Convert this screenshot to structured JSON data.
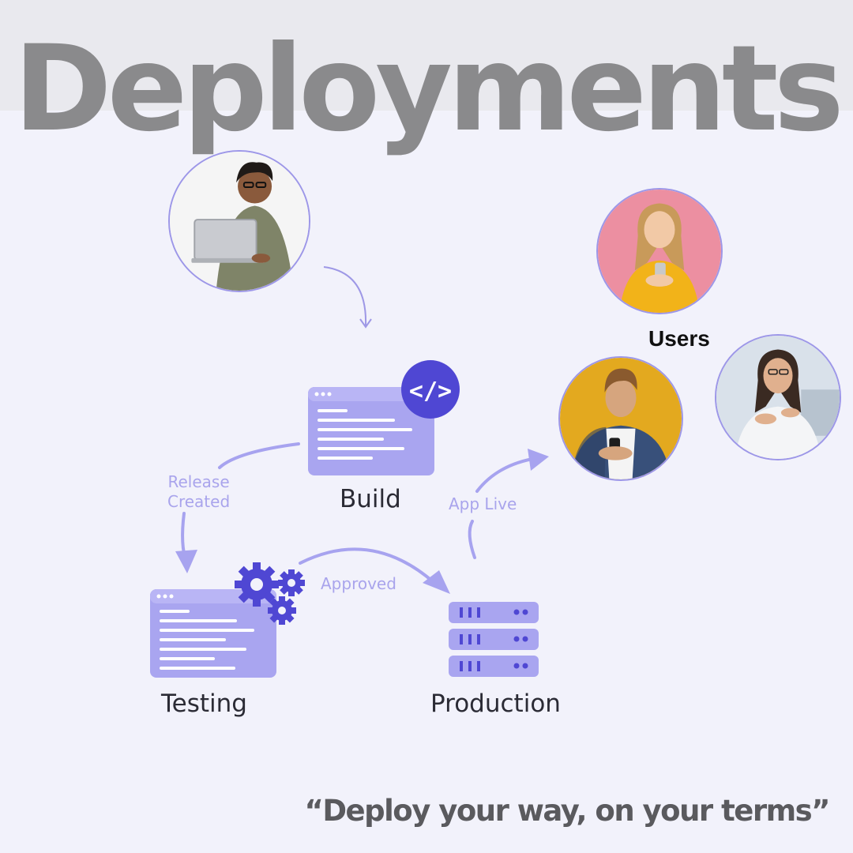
{
  "title": "Deployments",
  "users_label": "Users",
  "stages": {
    "build": "Build",
    "testing": "Testing",
    "production": "Production"
  },
  "transitions": {
    "release_created": [
      "Release",
      "Created"
    ],
    "approved": "Approved",
    "app_live": "App Live"
  },
  "build_badge": "</>",
  "quote": "“Deploy your way, on your terms”",
  "colors": {
    "accent": "#a7a3ef",
    "accent_dark": "#5a50d6",
    "title_gray": "#8a8a8c",
    "background": "#f2f2fb"
  },
  "icons": [
    "developer-avatar",
    "user-avatar",
    "code-window-icon",
    "code-badge-icon",
    "gears-icon",
    "server-stack-icon",
    "arrow-icon"
  ]
}
